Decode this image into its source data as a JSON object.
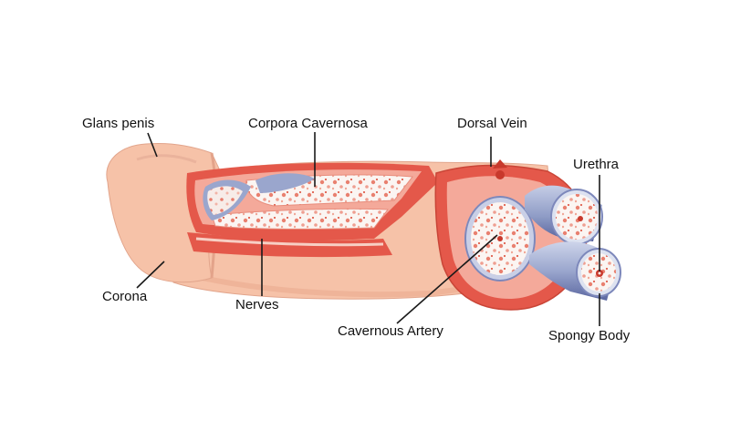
{
  "labels": {
    "glans_penis": "Glans penis",
    "corpora_cavernosa": "Corpora  Cavernosa",
    "dorsal_vein": "Dorsal Vein",
    "urethra": "Urethra",
    "corona": "Corona",
    "nerves": "Nerves",
    "cavernous_artery": "Cavernous Artery",
    "spongy_body": "Spongy Body"
  },
  "colors": {
    "skin": "#f6c2a8",
    "skin_shade": "#e7a589",
    "tissue_red": "#e4584a",
    "tissue_pink": "#f4a99a",
    "tissue_light": "#f7cfc4",
    "spongy_white": "#fbf7f4",
    "sheath_blue": "#8f9cc6",
    "sheath_dark": "#5d6aa5",
    "line": "#1a1a1a"
  }
}
